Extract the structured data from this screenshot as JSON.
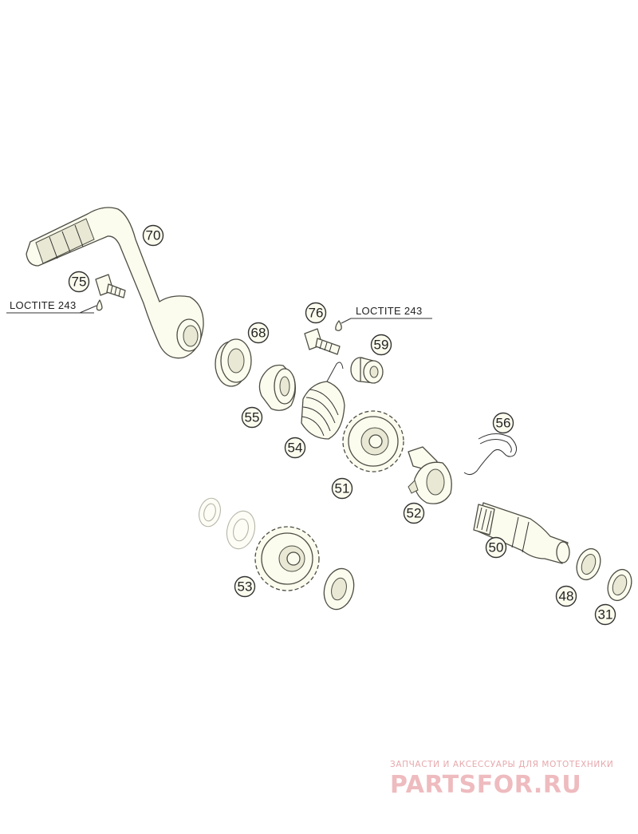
{
  "diagram": {
    "callouts": {
      "p70": "70",
      "p75": "75",
      "p76": "76",
      "p68": "68",
      "p59": "59",
      "p55": "55",
      "p54": "54",
      "p51": "51",
      "p56": "56",
      "p52": "52",
      "p50": "50",
      "p53": "53",
      "p48": "48",
      "p31": "31"
    },
    "notes": {
      "loctite_left": "LOCTITE 243",
      "loctite_right": "LOCTITE 243"
    }
  },
  "watermark": {
    "tagline": "ЗАПЧАСТИ И АКСЕССУАРЫ ДЛЯ МОТОТЕХНИКИ",
    "brand": "PARTSFOR.RU",
    "color": "#eebbbf"
  }
}
